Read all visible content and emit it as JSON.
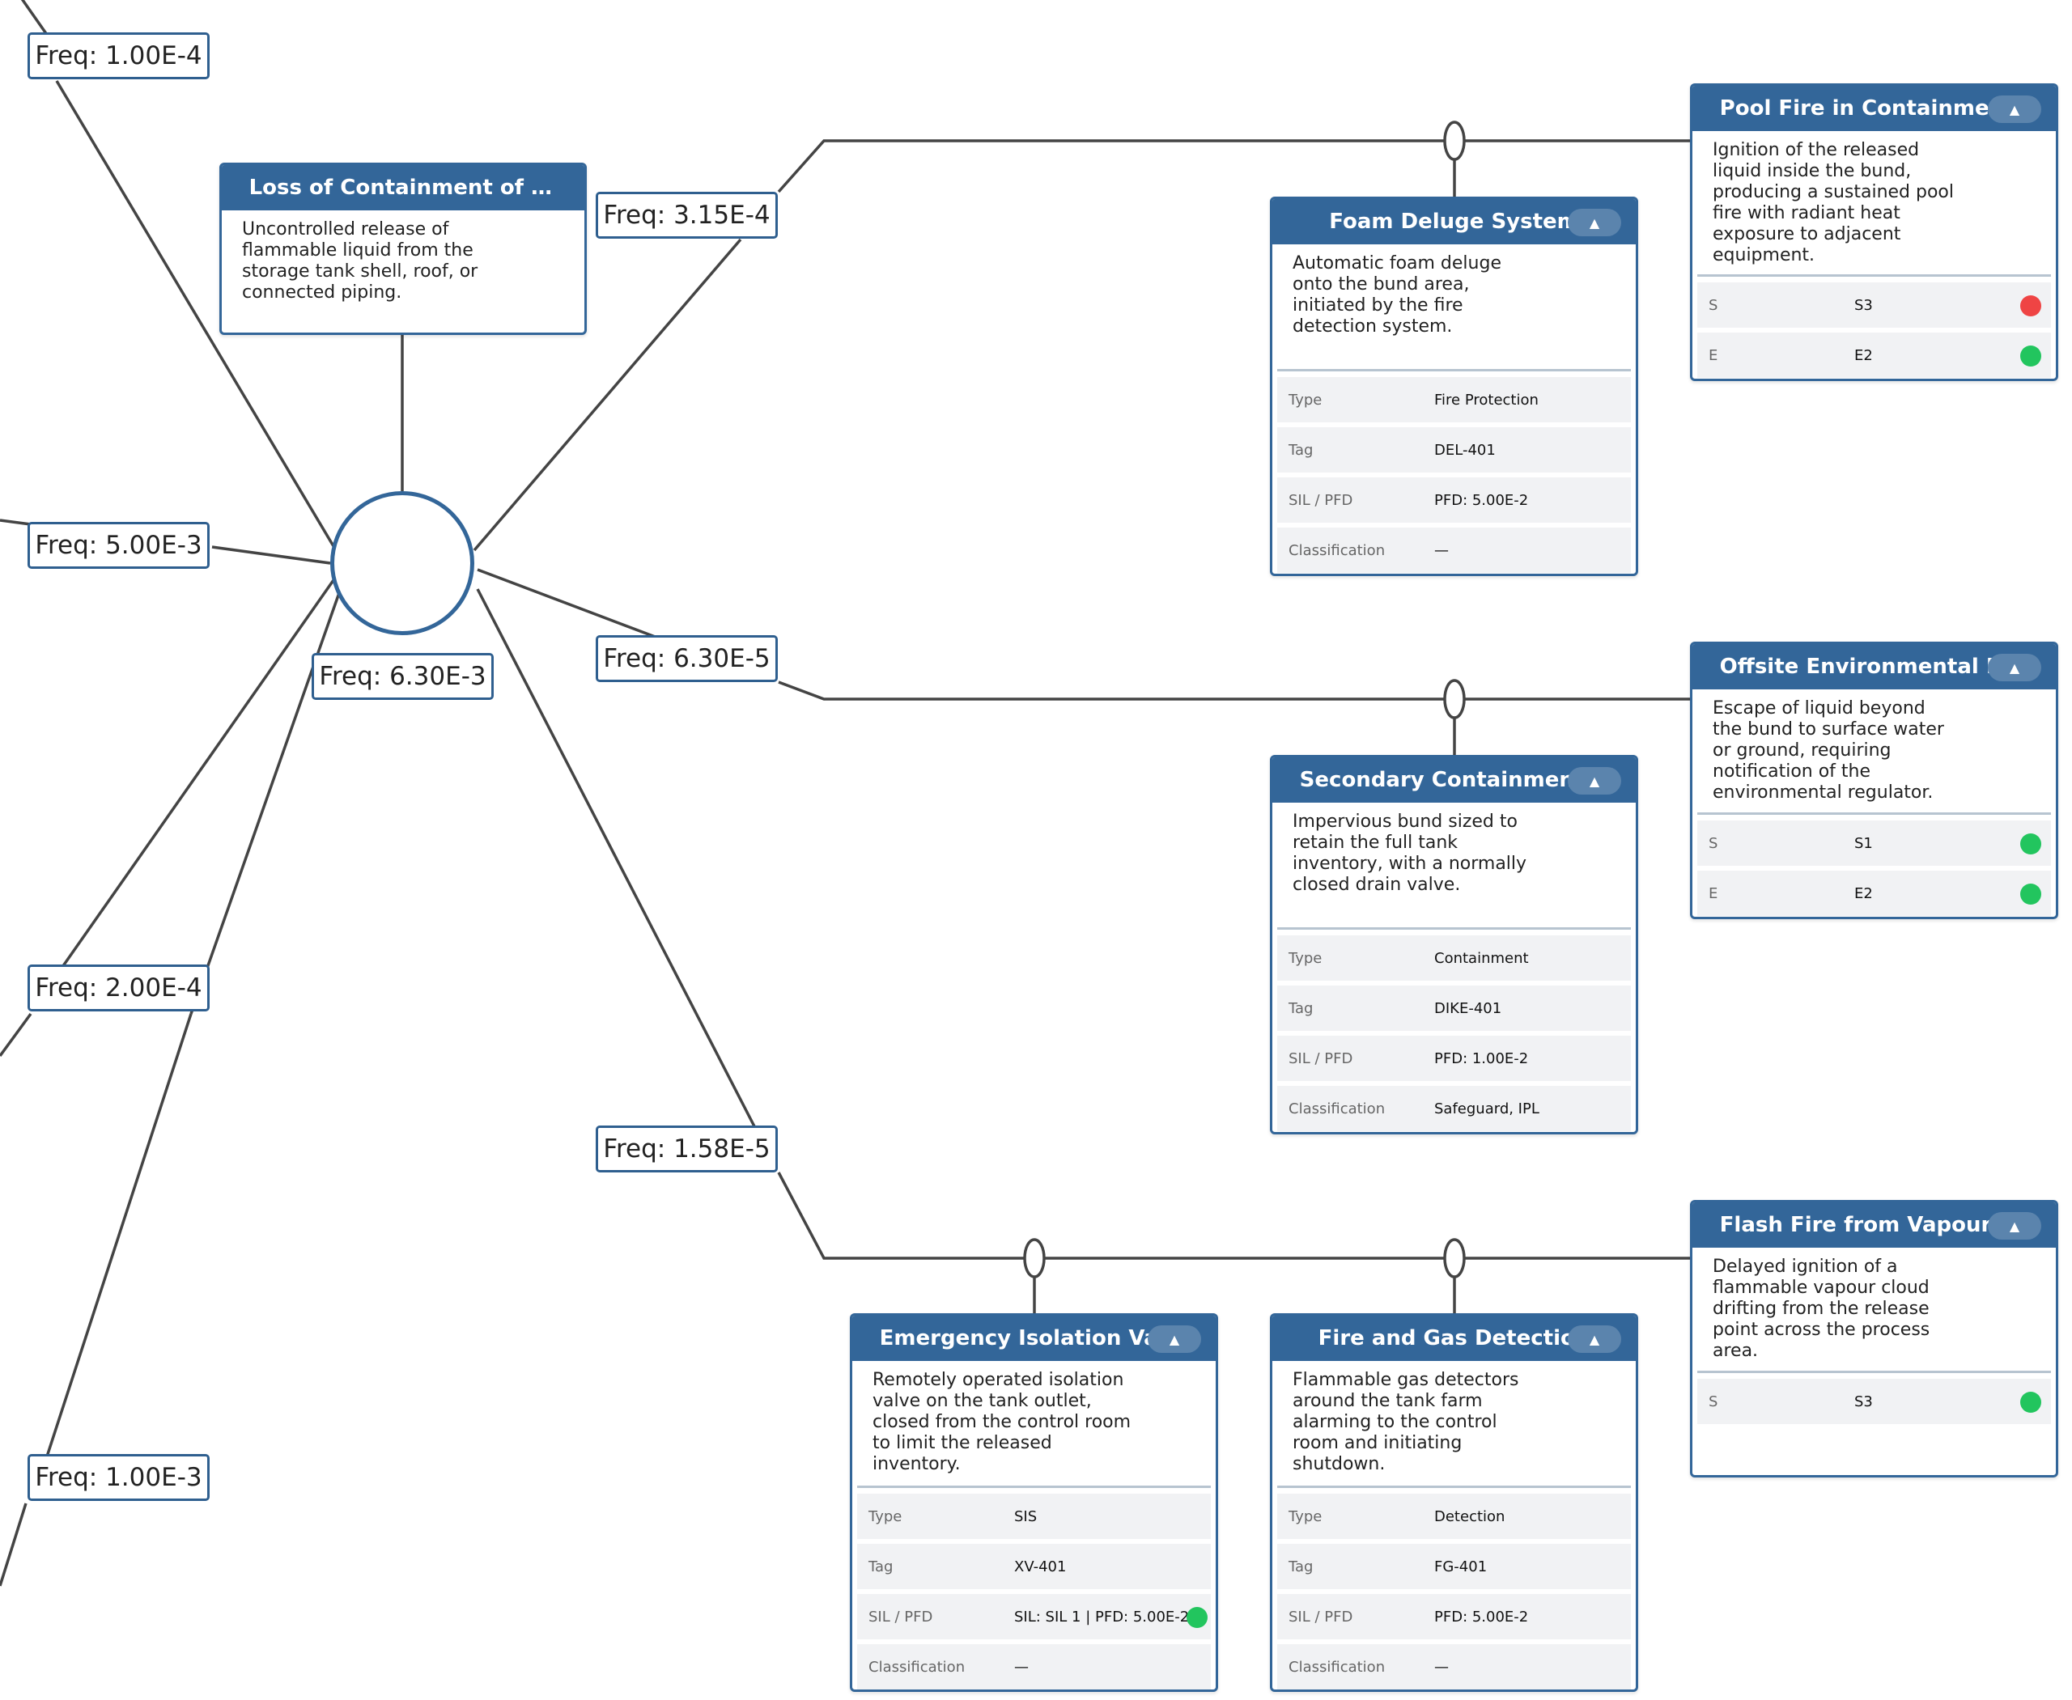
{
  "colors": {
    "primary": "#336699",
    "line": "#444444",
    "status_ok": "#22c55e",
    "status_bad": "#ef4444"
  },
  "threat_freqs": [
    "Freq: 1.00E-4",
    "Freq: 5.00E-3",
    "Freq: 2.00E-4",
    "Freq: 1.00E-3"
  ],
  "hub_freq": "Freq: 6.30E-3",
  "top_event": {
    "title": "Loss of Containment of Fl...",
    "description": "Uncontrolled release of flammable liquid from the storage tank shell, roof, or connected piping."
  },
  "branch_freqs": [
    "Freq: 3.15E-4",
    "Freq: 6.30E-5",
    "Freq: 1.58E-5"
  ],
  "barriers": [
    {
      "title": "Foam Deluge System",
      "toggle_icon": "caret-up-icon",
      "description": "Automatic foam deluge onto the bund area, initiated by the fire detection system.",
      "rows": [
        {
          "label": "Type",
          "value": "Fire Protection"
        },
        {
          "label": "Tag",
          "value": "DEL-401"
        },
        {
          "label": "SIL / PFD",
          "value": "PFD: 5.00E-2"
        },
        {
          "label": "Classification",
          "value": "—"
        }
      ]
    },
    {
      "title": "Secondary Containment Dike",
      "toggle_icon": "caret-up-icon",
      "description": "Impervious bund sized to retain the full tank inventory, with a normally closed drain valve.",
      "rows": [
        {
          "label": "Type",
          "value": "Containment"
        },
        {
          "label": "Tag",
          "value": "DIKE-401"
        },
        {
          "label": "SIL / PFD",
          "value": "PFD: 1.00E-2"
        },
        {
          "label": "Classification",
          "value": "Safeguard, IPL"
        }
      ]
    },
    {
      "title": "Emergency Isolation Valve",
      "toggle_icon": "caret-up-icon",
      "description": "Remotely operated isolation valve on the tank outlet, closed from the control room to limit the released inventory.",
      "rows": [
        {
          "label": "Type",
          "value": "SIS"
        },
        {
          "label": "Tag",
          "value": "XV-401"
        },
        {
          "label": "SIL / PFD",
          "value": "SIL: SIL 1 | PFD: 5.00E-2",
          "status": "green"
        },
        {
          "label": "Classification",
          "value": "—"
        }
      ]
    },
    {
      "title": "Fire and Gas Detection",
      "toggle_icon": "caret-up-icon",
      "description": "Flammable gas detectors around the tank farm alarming to the control room and initiating shutdown.",
      "rows": [
        {
          "label": "Type",
          "value": "Detection"
        },
        {
          "label": "Tag",
          "value": "FG-401"
        },
        {
          "label": "SIL / PFD",
          "value": "PFD: 5.00E-2"
        },
        {
          "label": "Classification",
          "value": "—"
        }
      ]
    }
  ],
  "consequences": [
    {
      "title": "Pool Fire in Containment ...",
      "toggle_icon": "caret-up-icon",
      "description": "Ignition of the released liquid inside the bund, producing a sustained pool fire with radiant heat exposure to adjacent equipment.",
      "rows": [
        {
          "label": "S",
          "value": "S3",
          "status": "red"
        },
        {
          "label": "E",
          "value": "E2",
          "status": "green"
        }
      ]
    },
    {
      "title": "Offsite Environmental Rel...",
      "toggle_icon": "caret-up-icon",
      "description": "Escape of liquid beyond the bund to surface water or ground, requiring notification of the environmental regulator.",
      "rows": [
        {
          "label": "S",
          "value": "S1",
          "status": "green"
        },
        {
          "label": "E",
          "value": "E2",
          "status": "green"
        }
      ]
    },
    {
      "title": "Flash Fire from Vapour Cloud",
      "toggle_icon": "caret-up-icon",
      "description": "Delayed ignition of a flammable vapour cloud drifting from the release point across the process area.",
      "rows": [
        {
          "label": "S",
          "value": "S3",
          "status": "green"
        }
      ]
    }
  ]
}
